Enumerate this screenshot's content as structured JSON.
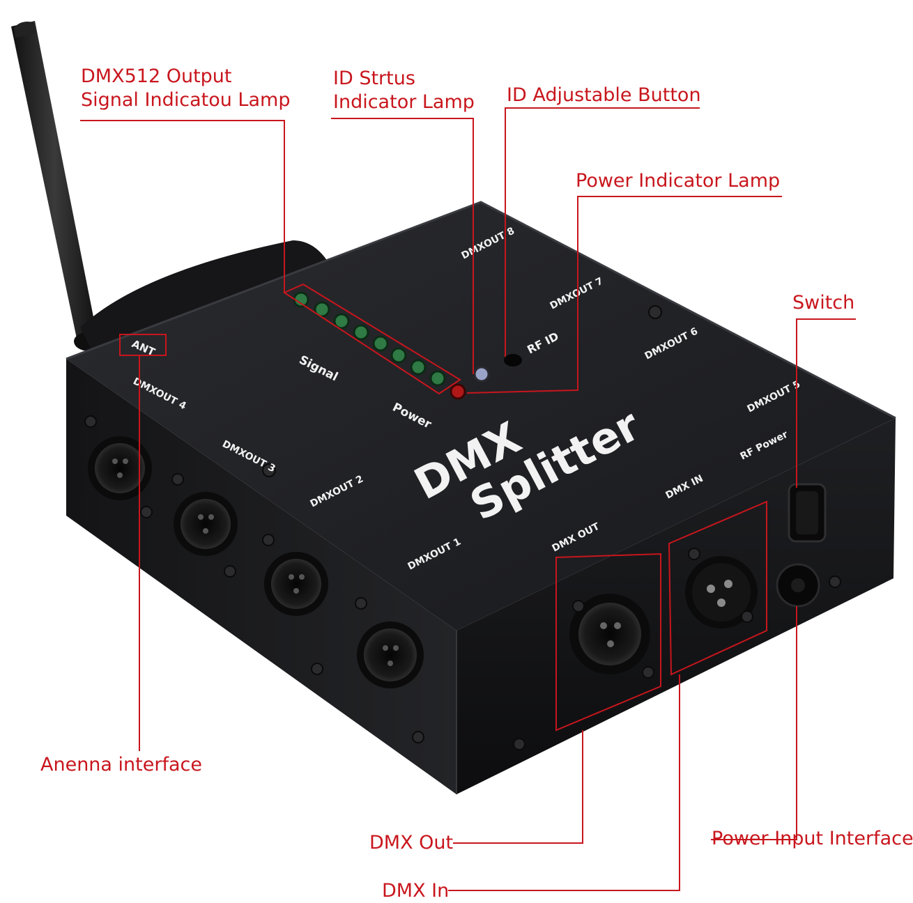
{
  "callouts": {
    "output_signal_lamp": "DMX512 Output\nSignal Indicatou Lamp",
    "id_status_lamp": "ID Strtus\nIndicator Lamp",
    "id_button": "ID Adjustable Button",
    "power_lamp": "Power Indicator Lamp",
    "switch": "Switch",
    "antenna_interface": "Anenna  interface",
    "dmx_out": "DMX Out",
    "power_input": "Power Input Interface",
    "dmx_in": "DMX In"
  },
  "device": {
    "title_line1": "DMX",
    "title_line2": "Splitter",
    "ant": "ANT",
    "signal": "Signal",
    "power": "Power",
    "rfid": "RF ID",
    "rf_power": "RF Power",
    "dmx_in": "DMX IN",
    "dmx_out": "DMX OUT",
    "out1": "DMXOUT 1",
    "out2": "DMXOUT 2",
    "out3": "DMXOUT 3",
    "out4": "DMXOUT 4",
    "out5": "DMXOUT 5",
    "out6": "DMXOUT 6",
    "out7": "DMXOUT 7",
    "out8": "DMXOUT 8"
  },
  "colors": {
    "accent_red": "#c8161d",
    "device_body": "#1c1c1e",
    "led_green": "#2f7a45",
    "led_red": "#b01818"
  }
}
